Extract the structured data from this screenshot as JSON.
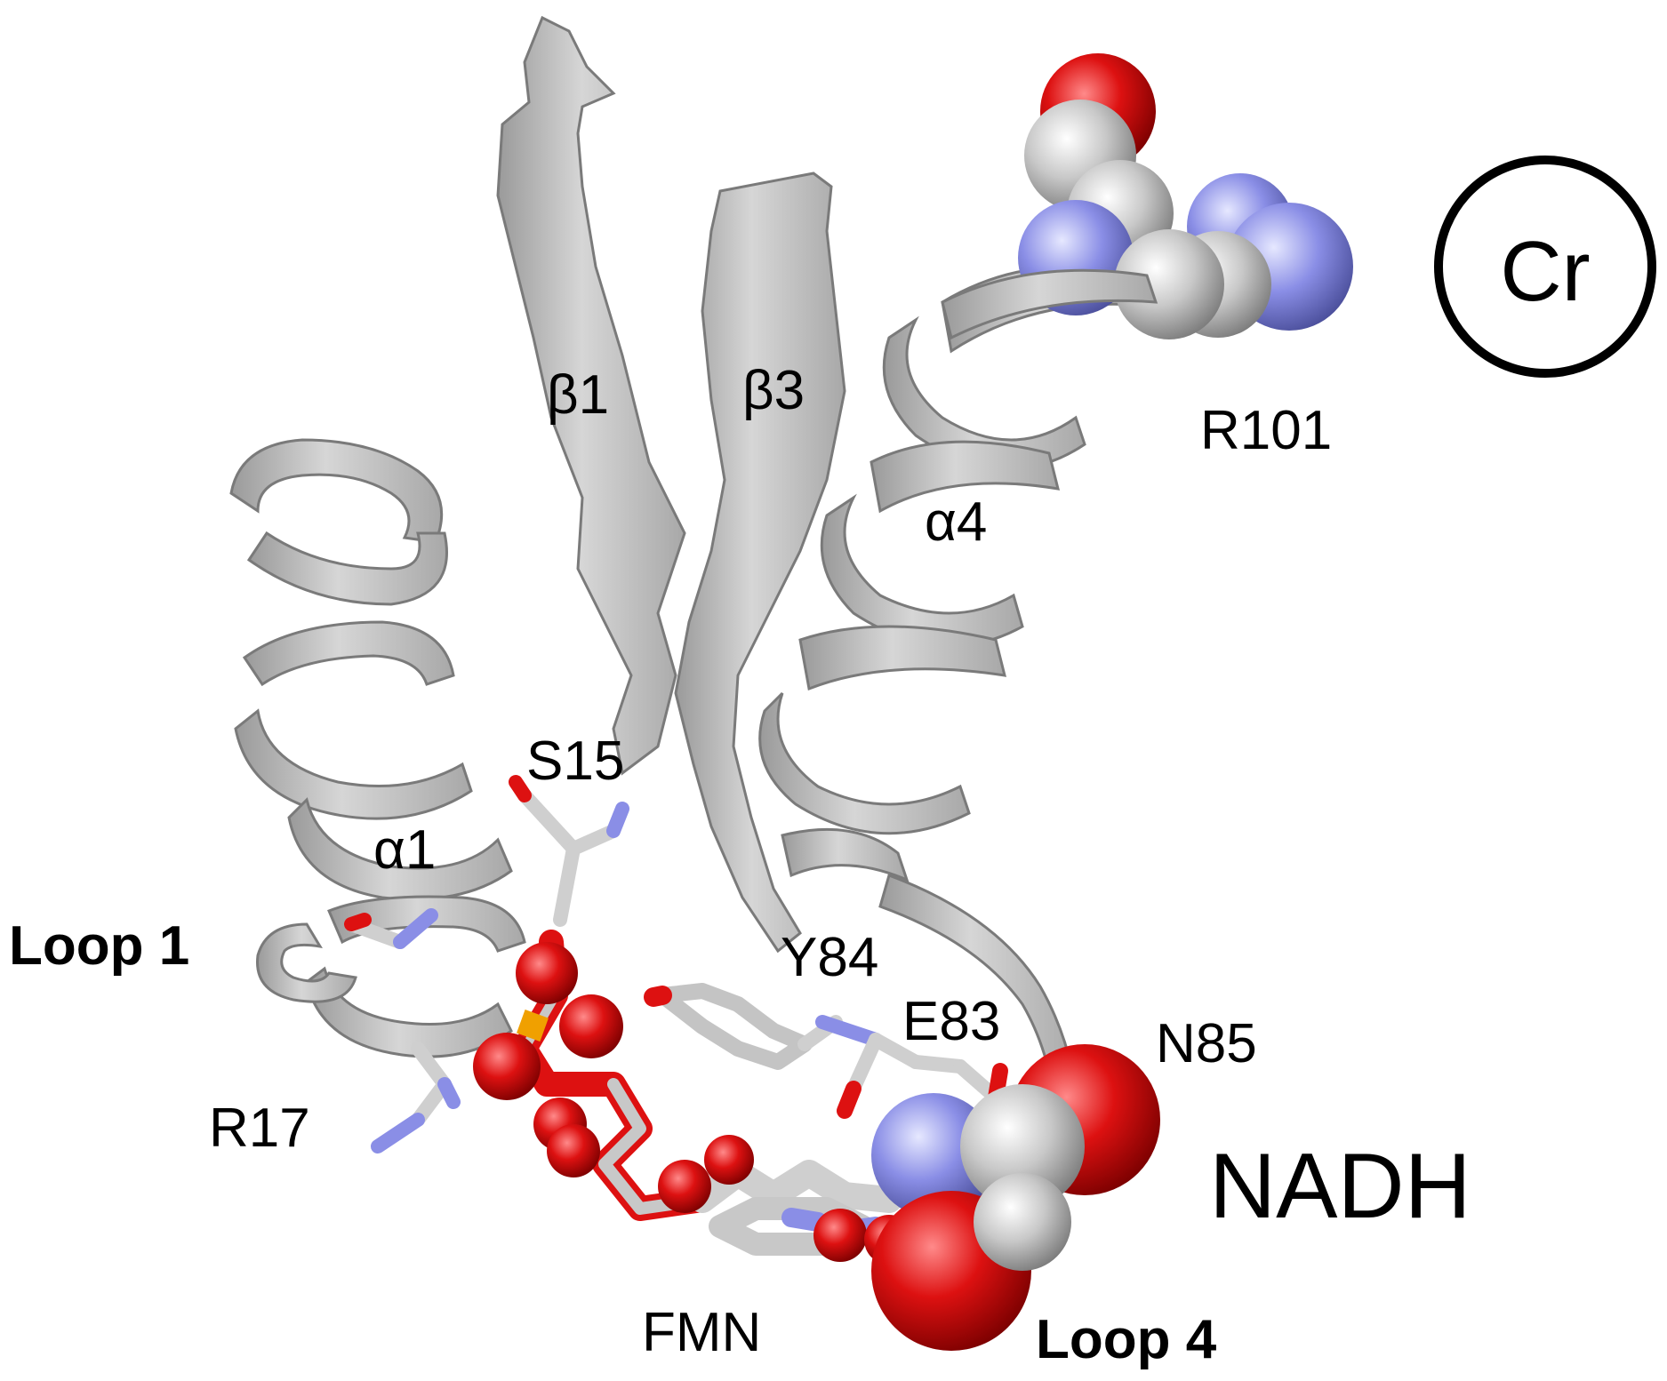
{
  "labels": {
    "beta1": "β1",
    "beta3": "β3",
    "alpha4": "α4",
    "alpha1": "α1",
    "r101": "R101",
    "cr": "Cr",
    "s15": "S15",
    "loop1": "Loop 1",
    "y84": "Y84",
    "e83": "E83",
    "n85": "N85",
    "r17": "R17",
    "nadh": "NADH",
    "fmn": "FMN",
    "loop4": "Loop 4"
  },
  "colors": {
    "ribbon": "#c4c4c4",
    "ribbon_dark": "#8c8c8c",
    "oxygen": "#dd1111",
    "nitrogen": "#8a8ee6",
    "carbon": "#cfcfcf",
    "phosphorus": "#f0a000"
  }
}
